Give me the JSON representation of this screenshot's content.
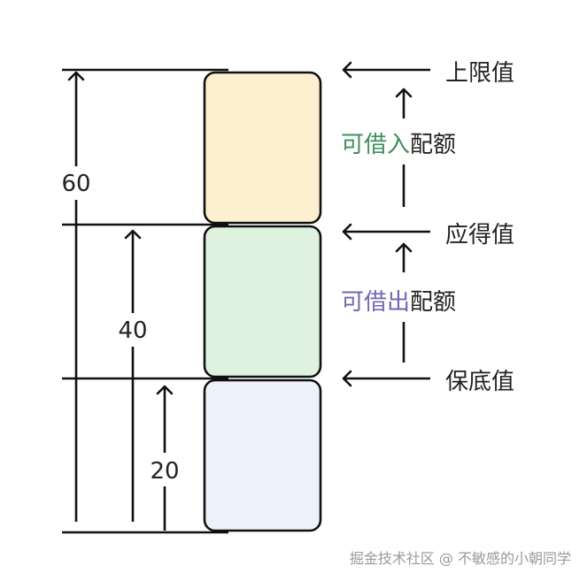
{
  "levels": {
    "upper": "上限值",
    "expected": "应得值",
    "guaranteed": "保底值"
  },
  "quota_lend": {
    "highlight": "可借入",
    "rest": "配额"
  },
  "quota_borrow": {
    "highlight": "可借出",
    "rest": "配额"
  },
  "measures": {
    "sixty": "60",
    "forty": "40",
    "twenty": "20"
  },
  "segments": {
    "top_color": "#fdf0cf",
    "middle_color": "#dff1df",
    "bottom_color": "#edf1fa"
  },
  "colors": {
    "green_text": "#3f8f5c",
    "purple_text": "#7466b3",
    "stroke": "#111111",
    "watermark_text": "#9a9a9a"
  },
  "watermark": "掘金技术社区 @ 不敏感的小朝同学"
}
